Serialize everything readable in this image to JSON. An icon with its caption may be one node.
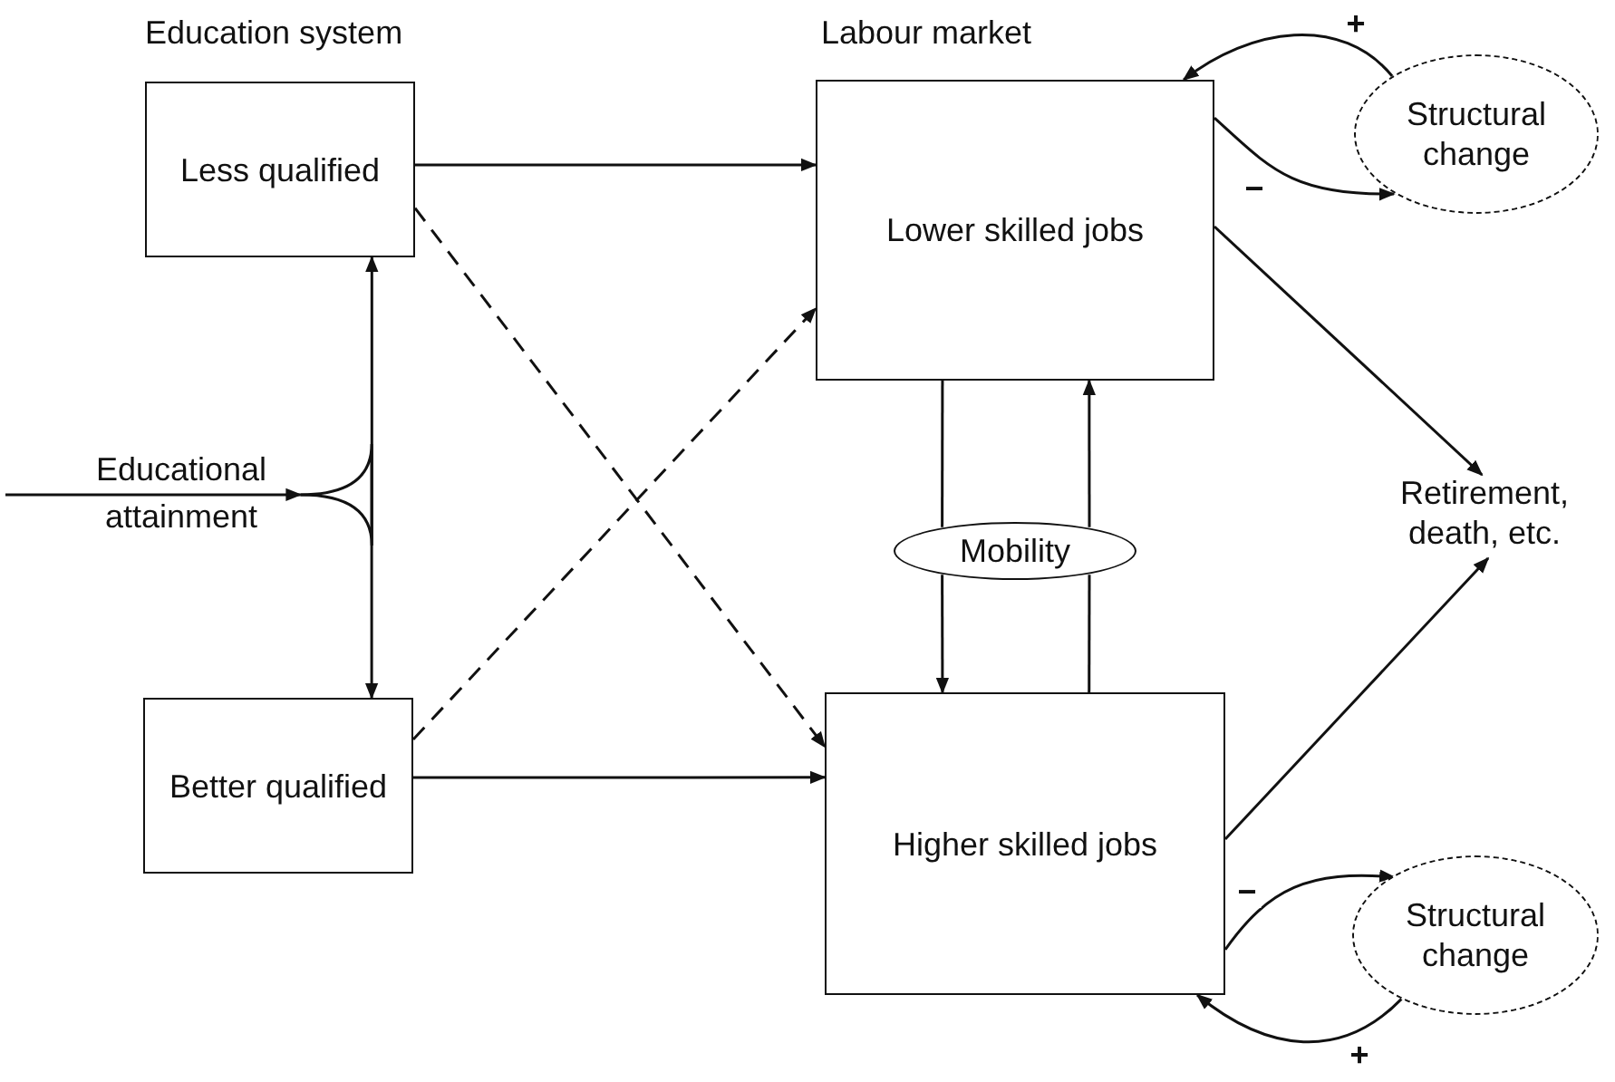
{
  "diagram": {
    "nodes": [
      {
        "text": [
          "Less qualified"
        ]
      },
      {
        "text": [
          "Better qualified"
        ]
      },
      {
        "text": [
          "Lower skilled jobs"
        ]
      },
      {
        "text": [
          "Higher skilled jobs"
        ]
      },
      {
        "text": [
          "Educational attainment"
        ]
      },
      {
        "text": [
          "Mobility"
        ]
      },
      {
        "text": [
          "Structural change"
        ]
      },
      {
        "text": [
          "Retirement, death, etc."
        ]
      },
      {
        "text": [
          "Structural change"
        ]
      }
    ],
    "edges": [
      {
        "from": 0,
        "to": 2,
        "arrow": "to"
      },
      {
        "from": 0,
        "to": 3,
        "arrow": "to",
        "style": "dashed"
      },
      {
        "from": 1,
        "to": 2,
        "arrow": "to",
        "style": "dashed"
      },
      {
        "from": 1,
        "to": 3,
        "arrow": "to"
      },
      {
        "from": null,
        "to": 4,
        "arrow": "to"
      },
      {
        "from": 4,
        "to": 0,
        "arrow": "to"
      },
      {
        "from": 4,
        "to": 1,
        "arrow": "to"
      },
      {
        "from": 2,
        "to": 5,
        "arrow": "none"
      },
      {
        "from": 5,
        "to": 3,
        "arrow": "to"
      },
      {
        "from": 3,
        "to": 5,
        "arrow": "none"
      },
      {
        "from": 5,
        "to": 2,
        "arrow": "to"
      },
      {
        "from": 2,
        "to": 6,
        "arrow": "to",
        "label": "−"
      },
      {
        "from": 6,
        "to": 2,
        "arrow": "to",
        "label": "+"
      },
      {
        "from": 2,
        "to": 7,
        "arrow": "to"
      },
      {
        "from": 3,
        "to": 7,
        "arrow": "to"
      },
      {
        "from": 3,
        "to": 8,
        "arrow": "to",
        "label": "−"
      },
      {
        "from": 8,
        "to": 3,
        "arrow": "to",
        "label": "+"
      }
    ],
    "labels": [
      "Education system",
      "Labour market"
    ]
  }
}
